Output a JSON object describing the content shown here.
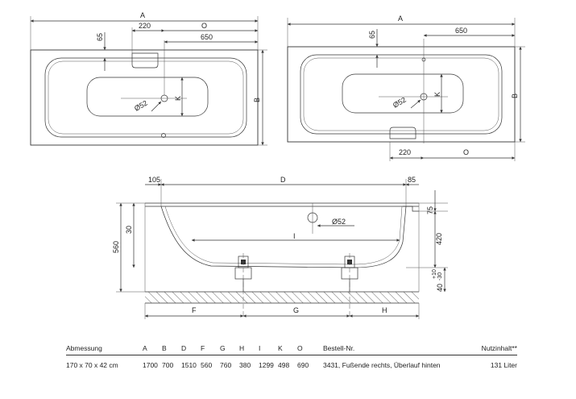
{
  "labels": {
    "A": "A",
    "B": "B",
    "O": "O",
    "K": "K",
    "D": "D",
    "F": "F",
    "G": "G",
    "H": "H",
    "I": "I",
    "d220": "220",
    "d650": "650",
    "d65": "65",
    "d52": "Ø52",
    "d105": "105",
    "d85": "85",
    "d75": "75",
    "d420": "420",
    "d30": "30",
    "d560": "560",
    "d10": "+10",
    "d30b": "-30",
    "d40": "40"
  },
  "table": {
    "headers": [
      "Abmessung",
      "A",
      "B",
      "D",
      "F",
      "G",
      "H",
      "I",
      "K",
      "O",
      "Bestell-Nr.",
      "Nutzinhalt**"
    ],
    "row": [
      "170 x 70 x 42 cm",
      "1700",
      "700",
      "1510",
      "560",
      "760",
      "380",
      "1299",
      "498",
      "690",
      "3431, Fußende rechts, Überlauf hinten",
      "131 Liter"
    ]
  }
}
